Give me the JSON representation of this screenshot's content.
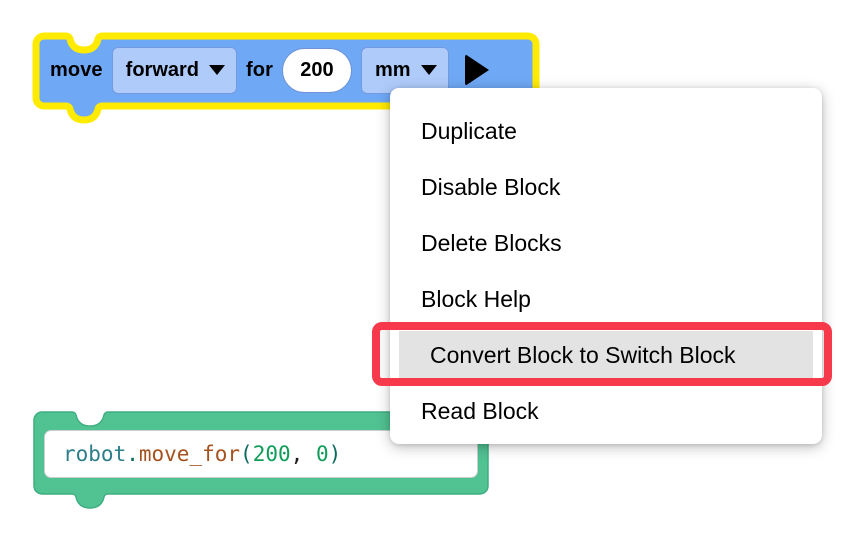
{
  "workspace": {
    "background_color": "#ffffff"
  },
  "move_block": {
    "name": "move-block",
    "selected": true,
    "selection_outline_color": "#ffeb00",
    "fill_color": "#6fa8f5",
    "field_fill_color": "#aecbfa",
    "label_move": "move",
    "direction_dropdown": {
      "value": "forward",
      "caret_icon": "chevron-down-icon"
    },
    "label_for": "for",
    "distance_value": "200",
    "units_dropdown": {
      "value": "mm",
      "caret_icon": "chevron-down-icon"
    },
    "run_icon": "play-triangle-icon"
  },
  "code_block": {
    "name": "python-code-block",
    "fill_color": "#51c292",
    "code": "robot.move_for(200, 0)",
    "tokens": [
      {
        "text": "robot",
        "type": "variable",
        "color": "#2d7d8a"
      },
      {
        "text": ".",
        "type": "punct",
        "color": "#0c6b5c"
      },
      {
        "text": "move_for",
        "type": "function",
        "color": "#a5521f"
      },
      {
        "text": "(",
        "type": "punct",
        "color": "#0c6b5c"
      },
      {
        "text": "200",
        "type": "number",
        "color": "#0f9d58"
      },
      {
        "text": ",",
        "type": "comma",
        "color": "#1a1a1a"
      },
      {
        "text": " ",
        "type": "space",
        "color": "#1a1a1a"
      },
      {
        "text": "0",
        "type": "number",
        "color": "#0f9d58"
      },
      {
        "text": ")",
        "type": "punct",
        "color": "#0c6b5c"
      }
    ]
  },
  "context_menu": {
    "name": "block-context-menu",
    "background_color": "#ffffff",
    "highlight_color": "#e3e3e3",
    "items": [
      {
        "label": "Duplicate",
        "selected": false
      },
      {
        "label": "Disable Block",
        "selected": false
      },
      {
        "label": "Delete Blocks",
        "selected": false
      },
      {
        "label": "Block Help",
        "selected": false
      },
      {
        "label": "Convert Block to Switch Block",
        "selected": true
      },
      {
        "label": "Read Block",
        "selected": false
      }
    ]
  },
  "annotation": {
    "name": "red-highlight-box",
    "target_label": "Convert Block to Switch Block",
    "color": "#f73a4b"
  }
}
